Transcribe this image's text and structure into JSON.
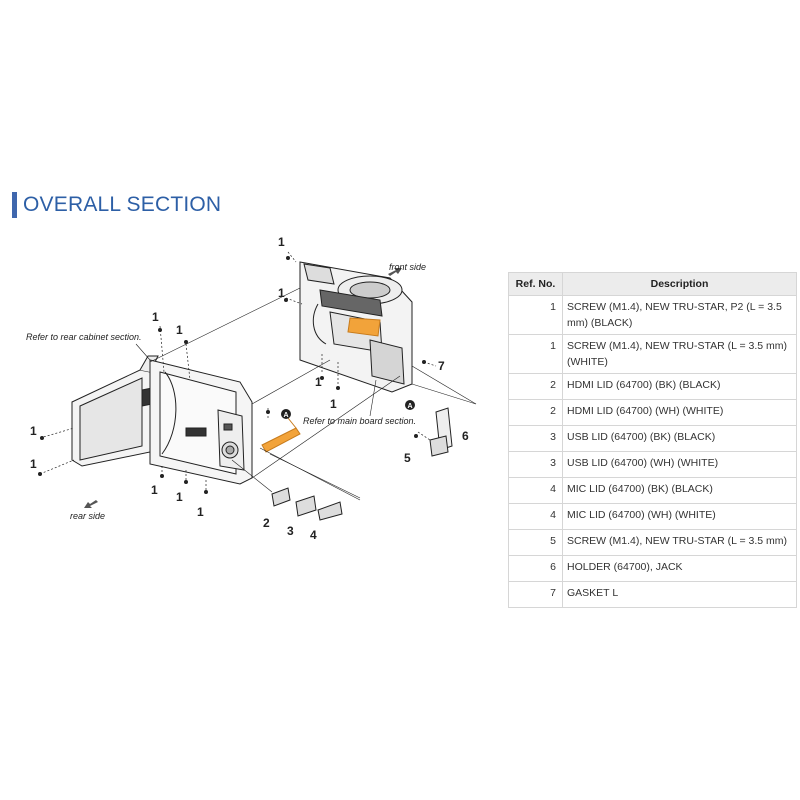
{
  "page": {
    "title": "OVERALL SECTION"
  },
  "diagram": {
    "labels": {
      "refer_rear_cabinet": "Refer to rear cabinet section.",
      "refer_main_board": "Refer to main board section.",
      "front_side": "front side",
      "rear_side": "rear side"
    },
    "callouts": {
      "c1a": "1",
      "c1b": "1",
      "c1c": "1",
      "c1d": "1",
      "c1e": "1",
      "c1f": "1",
      "c1g": "1",
      "c1h": "1",
      "c1i": "1",
      "c1j": "1",
      "c1k": "1",
      "c2": "2",
      "c3": "3",
      "c4": "4",
      "c5": "5",
      "c6": "6",
      "c7": "7",
      "markerA1": "A",
      "markerA2": "A"
    }
  },
  "parts_table": {
    "headers": {
      "ref": "Ref. No.",
      "description": "Description"
    },
    "rows": [
      {
        "ref": "1",
        "description": "SCREW (M1.4), NEW TRU-STAR, P2 (L = 3.5 mm) (BLACK)"
      },
      {
        "ref": "1",
        "description": "SCREW (M1.4), NEW TRU-STAR (L = 3.5 mm) (WHITE)"
      },
      {
        "ref": "2",
        "description": "HDMI LID (64700) (BK) (BLACK)"
      },
      {
        "ref": "2",
        "description": "HDMI LID (64700) (WH) (WHITE)"
      },
      {
        "ref": "3",
        "description": "USB LID (64700) (BK) (BLACK)"
      },
      {
        "ref": "3",
        "description": "USB LID (64700) (WH) (WHITE)"
      },
      {
        "ref": "4",
        "description": "MIC LID (64700) (BK) (BLACK)"
      },
      {
        "ref": "4",
        "description": "MIC LID (64700) (WH) (WHITE)"
      },
      {
        "ref": "5",
        "description": "SCREW (M1.4), NEW TRU-STAR (L = 3.5 mm)"
      },
      {
        "ref": "6",
        "description": "HOLDER (64700), JACK"
      },
      {
        "ref": "7",
        "description": "GASKET L"
      }
    ]
  },
  "colors": {
    "accent": "#2d5fa6",
    "bar": "#3f67ad",
    "flex_cable": "#f2a33a",
    "header_bg": "#ececec"
  }
}
